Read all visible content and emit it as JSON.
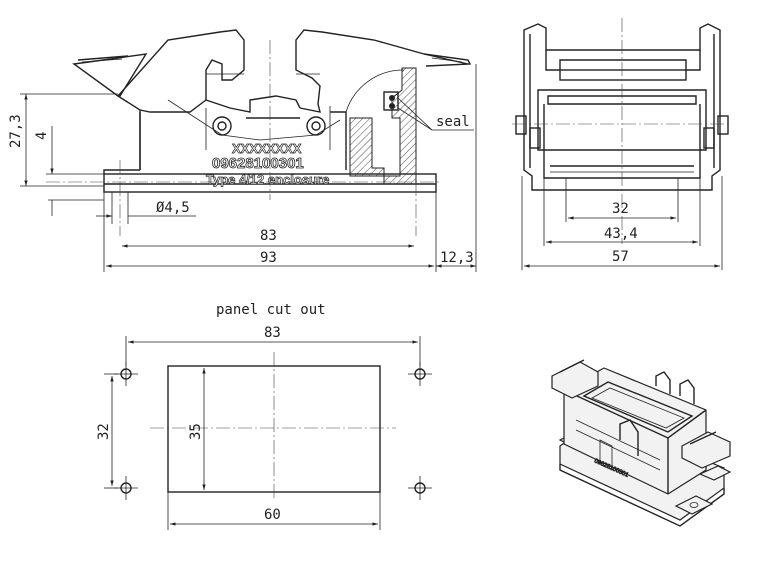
{
  "labels": {
    "seal": "seal",
    "panel_cut_out": "panel cut out"
  },
  "side_view": {
    "marking_line1": "XXXXXXXX",
    "marking_line2": "09628100301",
    "marking_line3": "Type 4/12 enclosure",
    "dim_height_total": "27,3",
    "dim_height_flange": "4",
    "dim_hole_diameter": "Ø4,5",
    "dim_hole_pitch": "83",
    "dim_overall_length": "93",
    "dim_latch_offset": "12,3"
  },
  "front_view": {
    "dim_inner": "32",
    "dim_body": "43,4",
    "dim_overall": "57"
  },
  "cutout": {
    "dim_hole_pitch_x": "83",
    "dim_hole_pitch_y": "32",
    "dim_opening_height": "35",
    "dim_opening_width": "60"
  },
  "iso_view": {
    "marking": "09628100301"
  }
}
